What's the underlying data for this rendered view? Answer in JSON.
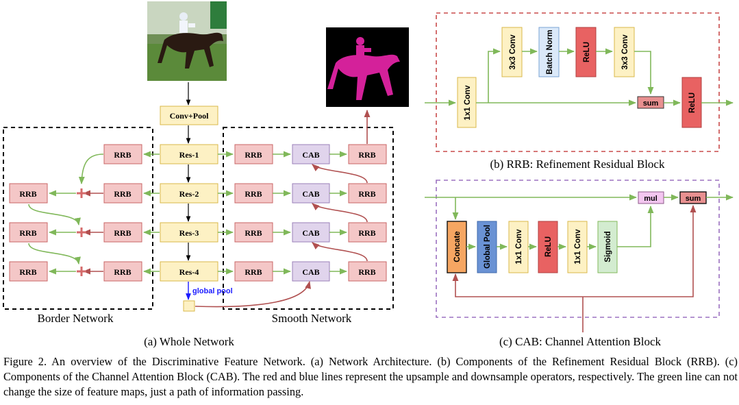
{
  "colors": {
    "green": "#80b85a",
    "red": "#b05050",
    "blue": "#1a1aff",
    "rrb_fill": "#f4c7c7",
    "rrb_stroke": "#c86464",
    "res_fill": "#fdf1c4",
    "res_stroke": "#d9b84a",
    "cab_fill": "#e0d4ec",
    "cab_stroke": "#9a7fb8",
    "bn_fill": "#dbe9f9",
    "relu_fill": "#e86262",
    "concate_fill": "#f6a662",
    "globalpool_fill": "#6a92d4",
    "sigmoid_fill": "#d3ecd0",
    "mul_fill": "#f3c6f0",
    "sum_fill": "#e89090",
    "rrb_border": "#c84a4a",
    "cab_border": "#9b70c0",
    "mask_magenta": "#d4219a"
  },
  "panel_a": {
    "stem": "Conv+Pool",
    "backbone": [
      "Res-1",
      "Res-2",
      "Res-3",
      "Res-4"
    ],
    "rrb": "RRB",
    "cab": "CAB",
    "global_pool_label": "global pool",
    "border_network_label": "Border Network",
    "smooth_network_label": "Smooth Network",
    "caption": "(a) Whole Network"
  },
  "panel_b": {
    "blocks": [
      "1x1 Conv",
      "3x3 Conv",
      "Batch Norm",
      "ReLU",
      "3x3 Conv"
    ],
    "sum": "sum",
    "relu_out": "ReLU",
    "caption": "(b) RRB: Refinement Residual Block"
  },
  "panel_c": {
    "blocks": [
      "Concate",
      "Global Pool",
      "1x1 Conv",
      "ReLU",
      "1x1 Conv",
      "Sigmoid"
    ],
    "mul": "mul",
    "sum": "sum",
    "caption": "(c) CAB: Channel Attention Block"
  },
  "figure_caption": "Figure 2. An overview of the Discriminative Feature Network. (a) Network Architecture. (b) Components of the Refinement Residual Block (RRB). (c) Components of the Channel Attention Block (CAB). The red and blue lines represent the upsample and downsample operators, respectively. The green line can not change the size of feature maps, just a path of information passing."
}
